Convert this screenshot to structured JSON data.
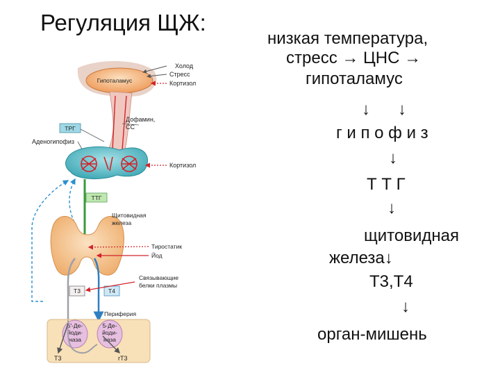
{
  "slide": {
    "title": "Регуляция ЩЖ:"
  },
  "scheme": {
    "line1": "низкая температура,",
    "line2": "стресс → ЦНС →",
    "line3": "гипоталамус",
    "arrows1": "↓      ↓",
    "pituitary": "г и п о ф и з",
    "arrow2": "↓",
    "tsh": "Т Т Г",
    "arrow3": "↓",
    "thyroid_1": "щитовидная",
    "thyroid_2": "железа↓",
    "hormones": "Т3,Т4",
    "arrow4": "↓",
    "target": "орган-мишень"
  },
  "diagram": {
    "cold": "Холод",
    "stress": "Стресс",
    "cortisol_top": "Кортизол",
    "hypothalamus": "Гипоталамус",
    "dopamine": "Дофамин,",
    "ss": "СС",
    "trg": "ТРГ",
    "adenohypophysis": "Аденогипофиз",
    "cortisol_mid": "Кортизол",
    "ttg": "ТТГ",
    "thyroid_1": "Щитовидная",
    "thyroid_2": "железа",
    "thyrostatics": "Тиростатик",
    "iodine": "Йод",
    "binding_1": "Связывающие",
    "binding_2": "белки плазмы",
    "t3_box": "Т3",
    "t4_box": "Т4",
    "periphery": "Периферия",
    "deiod1_1": "5'-Де-",
    "deiod1_2": "йоди-",
    "deiod1_3": "наза",
    "deiod2_1": "5-Де-",
    "deiod2_2": "йоди-",
    "deiod2_3": "наза",
    "t3_out": "Т3",
    "rt3_out": "rТ3",
    "colors": {
      "hypothalamus": "#f2b27a",
      "pituitary": "#5bbcc7",
      "thyroid": "#f4c48f",
      "green_arrow": "#3a9a3a",
      "red": "#d2232a",
      "blue": "#2f7fc1",
      "dashed_blue": "#2a8fd0",
      "periphery_bg": "#f8e0b8",
      "deiodinase": "#e7bfe0"
    }
  }
}
